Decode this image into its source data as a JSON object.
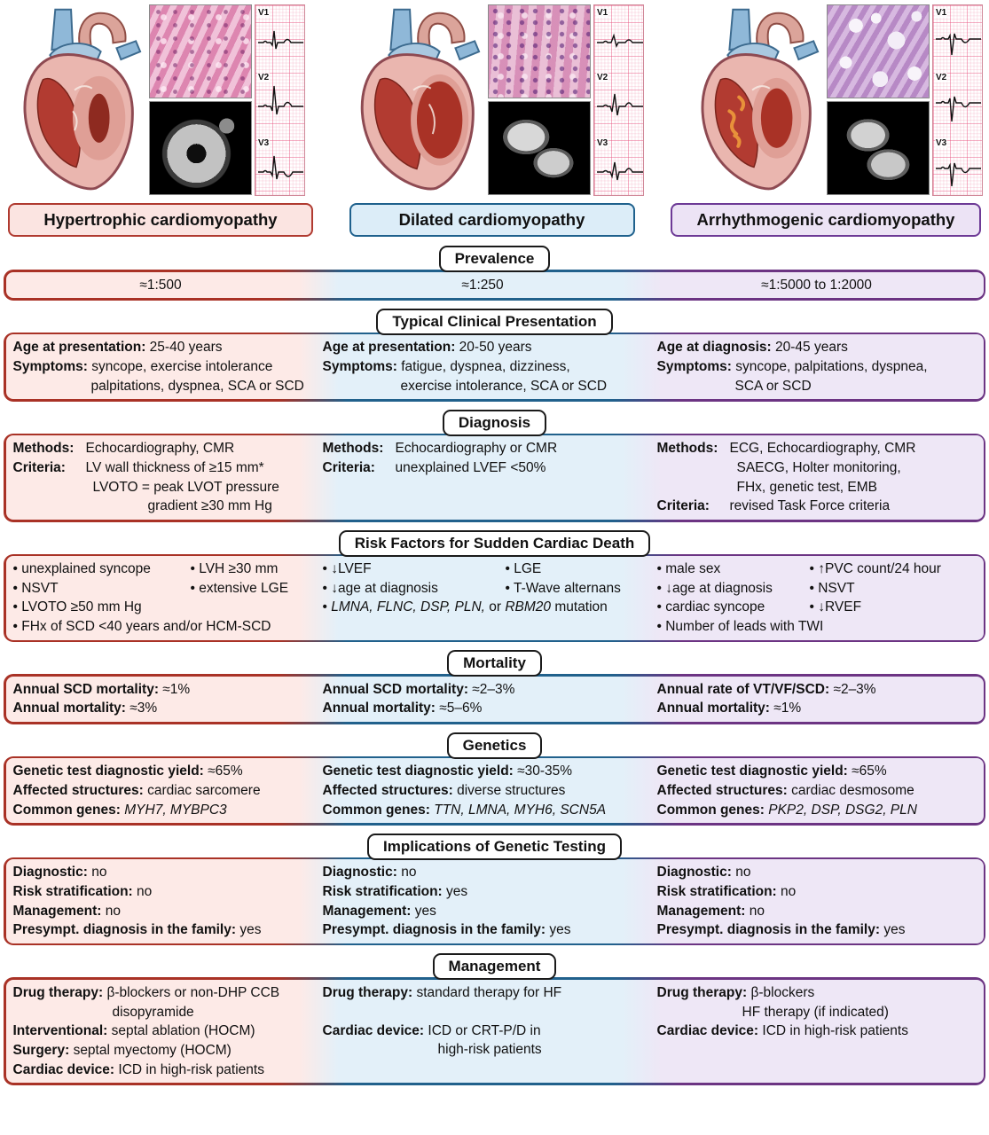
{
  "colors": {
    "hcm_accent": "#b03a30",
    "dcm_accent": "#1f618d",
    "acm_accent": "#6d3a96"
  },
  "ecg_leads": [
    "V1",
    "V2",
    "V3"
  ],
  "columns": {
    "hcm": {
      "title": "Hypertrophic cardiomyopathy"
    },
    "dcm": {
      "title": "Dilated cardiomyopathy"
    },
    "acm": {
      "title": "Arrhythmogenic cardiomyopathy"
    }
  },
  "prevalence": {
    "header": "Prevalence",
    "hcm": "≈1:500",
    "dcm": "≈1:250",
    "acm": "≈1:5000 to 1:2000"
  },
  "presentation": {
    "header": "Typical Clinical Presentation",
    "hcm": {
      "age_label": "Age at presentation:",
      "age": "25-40 years",
      "sym_label": "Symptoms:",
      "sym_line1": "syncope, exercise intolerance",
      "sym_line2": "palpitations, dyspnea, SCA or SCD"
    },
    "dcm": {
      "age_label": "Age at presentation:",
      "age": "20-50 years",
      "sym_label": "Symptoms:",
      "sym_line1": "fatigue, dyspnea, dizziness,",
      "sym_line2": "exercise intolerance, SCA or SCD"
    },
    "acm": {
      "age_label": "Age at diagnosis:",
      "age": "20-45 years",
      "sym_label": "Symptoms:",
      "sym_line1": "syncope, palpitations, dyspnea,",
      "sym_line2": "SCA or SCD"
    }
  },
  "diagnosis": {
    "header": "Diagnosis",
    "hcm": {
      "methods_label": "Methods:",
      "methods": "Echocardiography, CMR",
      "criteria_label": "Criteria:",
      "criteria1": "LV wall thickness of ≥15 mm*",
      "criteria2": "LVOTO = peak LVOT pressure",
      "criteria3": "gradient ≥30 mm Hg"
    },
    "dcm": {
      "methods_label": "Methods:",
      "methods": "Echocardiography or CMR",
      "criteria_label": "Criteria:",
      "criteria1": "unexplained LVEF <50%"
    },
    "acm": {
      "methods_label": "Methods:",
      "methods": "ECG, Echocardiography, CMR",
      "methods2": "SAECG, Holter monitoring,",
      "methods3": "FHx, genetic test, EMB",
      "criteria_label": "Criteria:",
      "criteria1": "revised Task Force criteria"
    }
  },
  "risk": {
    "header": "Risk Factors for Sudden Cardiac Death",
    "hcm": {
      "col1": [
        "unexplained syncope",
        "NSVT",
        "LVOTO ≥50 mm Hg"
      ],
      "col2": [
        "LVH ≥30 mm",
        "extensive LGE"
      ],
      "full": "FHx of SCD <40 years and/or HCM-SCD"
    },
    "dcm": {
      "col1": [
        "↓LVEF",
        "↓age at diagnosis"
      ],
      "col2": [
        "LGE",
        "T-Wave alternans"
      ],
      "gene_italic1": "LMNA, FLNC, DSP, PLN,",
      "gene_mid": " or ",
      "gene_italic2": "RBM20",
      "gene_tail": " mutation"
    },
    "acm": {
      "col1": [
        "male sex",
        "↓age at diagnosis",
        "cardiac syncope",
        "Number of leads with TWI"
      ],
      "col2": [
        "↑PVC count/24 hour",
        "NSVT",
        "↓RVEF"
      ]
    }
  },
  "mortality": {
    "header": "Mortality",
    "hcm": {
      "l1": "Annual SCD mortality:",
      "v1": "≈1%",
      "l2": "Annual mortality:",
      "v2": "≈3%"
    },
    "dcm": {
      "l1": "Annual SCD mortality:",
      "v1": "≈2–3%",
      "l2": "Annual mortality:",
      "v2": "≈5–6%"
    },
    "acm": {
      "l1": "Annual rate of VT/VF/SCD:",
      "v1": "≈2–3%",
      "l2": "Annual mortality:",
      "v2": "≈1%"
    }
  },
  "genetics": {
    "header": "Genetics",
    "hcm": {
      "yield_label": "Genetic test diagnostic yield:",
      "yield": "≈65%",
      "struct_label": "Affected structures:",
      "struct": "cardiac sarcomere",
      "genes_label": "Common genes:",
      "genes": "MYH7, MYBPC3"
    },
    "dcm": {
      "yield_label": "Genetic test diagnostic yield:",
      "yield": "≈30-35%",
      "struct_label": "Affected structures:",
      "struct": "diverse structures",
      "genes_label": "Common genes:",
      "genes": "TTN, LMNA, MYH6, SCN5A"
    },
    "acm": {
      "yield_label": "Genetic test diagnostic yield:",
      "yield": "≈65%",
      "struct_label": "Affected structures:",
      "struct": "cardiac desmosome",
      "genes_label": "Common genes:",
      "genes": "PKP2, DSP, DSG2, PLN"
    }
  },
  "implications": {
    "header": "Implications of Genetic Testing",
    "labels": {
      "diagnostic": "Diagnostic:",
      "risk": "Risk stratification:",
      "management": "Management:",
      "presympt": "Presympt. diagnosis in the family:"
    },
    "hcm": {
      "diagnostic": "no",
      "risk": "no",
      "management": "no",
      "presympt": "yes"
    },
    "dcm": {
      "diagnostic": "no",
      "risk": "yes",
      "management": "yes",
      "presympt": "yes"
    },
    "acm": {
      "diagnostic": "no",
      "risk": "no",
      "management": "no",
      "presympt": "yes"
    }
  },
  "management": {
    "header": "Management",
    "hcm": {
      "drug_label": "Drug therapy:",
      "drug1": "β-blockers or non-DHP CCB",
      "drug2": "disopyramide",
      "interv_label": "Interventional:",
      "interv": "septal ablation (HOCM)",
      "surgery_label": "Surgery:",
      "surgery": "septal myectomy (HOCM)",
      "device_label": "Cardiac device:",
      "device1": "ICD in high-risk patients"
    },
    "dcm": {
      "drug_label": "Drug therapy:",
      "drug1": "standard therapy for HF",
      "device_label": "Cardiac device:",
      "device1": "ICD or CRT-P/D in",
      "device2": "high-risk patients"
    },
    "acm": {
      "drug_label": "Drug therapy:",
      "drug1": "β-blockers",
      "drug2": "HF therapy (if indicated)",
      "device_label": "Cardiac device:",
      "device1": "ICD in high-risk patients"
    }
  }
}
